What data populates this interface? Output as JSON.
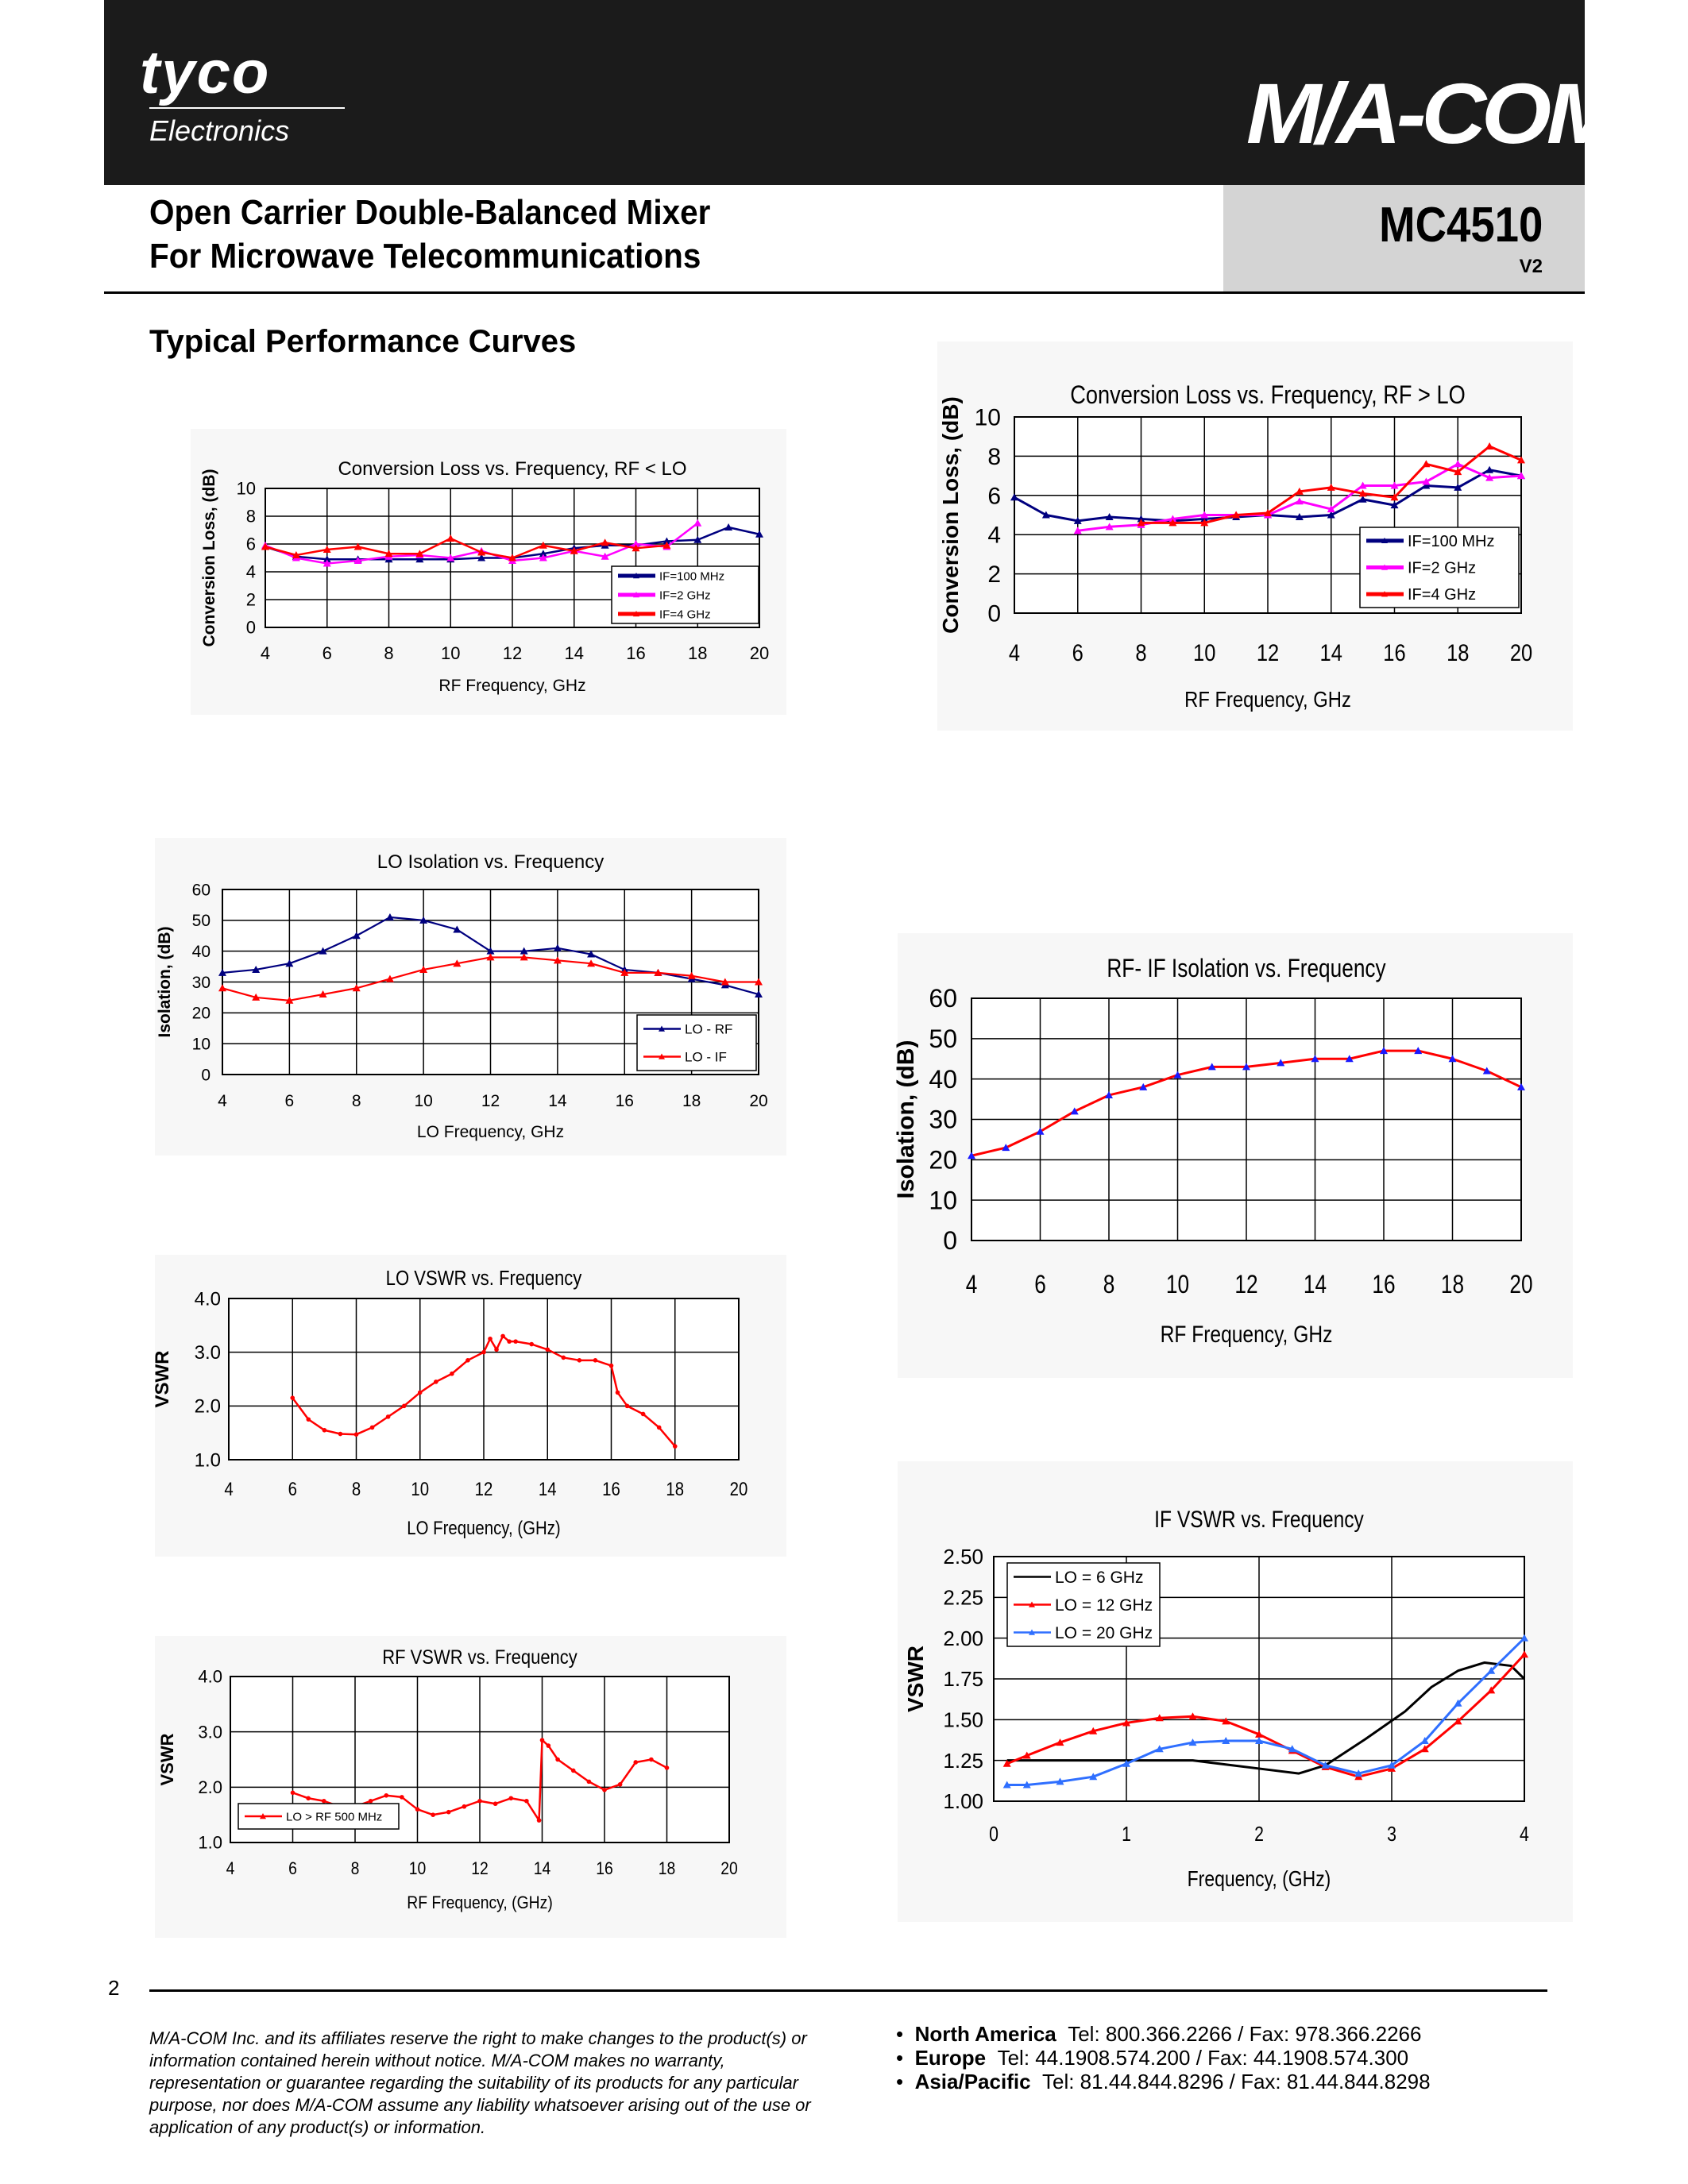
{
  "header": {
    "brand_left": "tyco",
    "brand_left_sub": "Electronics",
    "brand_right": "M/A-COM"
  },
  "title": {
    "line1": "Open Carrier Double-Balanced Mixer",
    "line2": "For Microwave Telecommunications",
    "part_number": "MC4510",
    "revision": "V2"
  },
  "section_title": "Typical Performance Curves",
  "charts": {
    "cl_rf_lt_lo": {
      "chart_data": {
        "type": "line",
        "title": "Conversion Loss vs. Frequency, RF < LO",
        "xlabel": "RF Frequency, GHz",
        "ylabel": "Conversion Loss, (dB)",
        "xlim": [
          4,
          20
        ],
        "ylim": [
          0,
          10
        ],
        "xticks": [
          4,
          6,
          8,
          10,
          12,
          14,
          16,
          18,
          20
        ],
        "yticks": [
          0,
          2,
          4,
          6,
          8,
          10
        ],
        "grid": true,
        "legend_position": "bottom-right",
        "series": [
          {
            "name": "IF=100 MHz",
            "color": "#00007f",
            "x": [
              4,
              5,
              6,
              7,
              8,
              9,
              10,
              11,
              12,
              13,
              14,
              15,
              16,
              17,
              18,
              19,
              20
            ],
            "y": [
              5.8,
              5.1,
              4.9,
              4.9,
              4.9,
              4.9,
              4.9,
              5.0,
              5.0,
              5.3,
              5.7,
              5.9,
              5.9,
              6.2,
              6.3,
              7.2,
              6.7
            ]
          },
          {
            "name": "IF=2 GHz",
            "color": "#ff00ff",
            "x": [
              4,
              5,
              6,
              7,
              8,
              9,
              10,
              11,
              12,
              13,
              14,
              15,
              16,
              17,
              18
            ],
            "y": [
              5.9,
              5.0,
              4.6,
              4.8,
              5.1,
              5.2,
              5.0,
              5.5,
              4.8,
              5.0,
              5.5,
              5.1,
              6.0,
              5.8,
              7.5
            ]
          },
          {
            "name": "IF=4 GHz",
            "color": "#ff0000",
            "x": [
              4,
              5,
              6,
              7,
              8,
              9,
              10,
              11,
              12,
              13,
              14,
              15,
              16,
              17
            ],
            "y": [
              5.8,
              5.2,
              5.6,
              5.8,
              5.3,
              5.3,
              6.4,
              5.4,
              5.0,
              5.9,
              5.5,
              6.1,
              5.7,
              5.9
            ]
          }
        ]
      }
    },
    "cl_rf_gt_lo": {
      "chart_data": {
        "type": "line",
        "title": "Conversion Loss vs. Frequency, RF > LO",
        "xlabel": "RF Frequency, GHz",
        "ylabel": "Conversion Loss, (dB)",
        "xlim": [
          4,
          20
        ],
        "ylim": [
          0,
          10
        ],
        "xticks": [
          4,
          6,
          8,
          10,
          12,
          14,
          16,
          18,
          20
        ],
        "yticks": [
          0,
          2,
          4,
          6,
          8,
          10
        ],
        "grid": true,
        "legend_position": "bottom-right",
        "series": [
          {
            "name": "IF=100 MHz",
            "color": "#00007f",
            "x": [
              4,
              5,
              6,
              7,
              8,
              9,
              10,
              11,
              12,
              13,
              14,
              15,
              16,
              17,
              18,
              19,
              20
            ],
            "y": [
              5.9,
              5.0,
              4.7,
              4.9,
              4.8,
              4.7,
              4.8,
              4.9,
              5.0,
              4.9,
              5.0,
              5.8,
              5.5,
              6.5,
              6.4,
              7.3,
              7.0
            ]
          },
          {
            "name": "IF=2 GHz",
            "color": "#ff00ff",
            "x": [
              6,
              7,
              8,
              9,
              10,
              11,
              12,
              13,
              14,
              15,
              16,
              17,
              18,
              19,
              20
            ],
            "y": [
              4.2,
              4.4,
              4.5,
              4.8,
              5.0,
              5.0,
              5.0,
              5.7,
              5.3,
              6.5,
              6.5,
              6.7,
              7.6,
              6.9,
              7.0
            ]
          },
          {
            "name": "IF=4 GHz",
            "color": "#ff0000",
            "x": [
              8,
              9,
              10,
              11,
              12,
              13,
              14,
              15,
              16,
              17,
              18,
              19,
              20
            ],
            "y": [
              4.6,
              4.6,
              4.6,
              5.0,
              5.1,
              6.2,
              6.4,
              6.1,
              5.9,
              7.6,
              7.2,
              8.5,
              7.8
            ]
          }
        ]
      }
    },
    "lo_isolation": {
      "chart_data": {
        "type": "line",
        "title": "LO Isolation vs. Frequency",
        "xlabel": "LO Frequency, GHz",
        "ylabel": "Isolation, (dB)",
        "xlim": [
          4,
          20
        ],
        "ylim": [
          0,
          60
        ],
        "xticks": [
          4,
          6,
          8,
          10,
          12,
          14,
          16,
          18,
          20
        ],
        "yticks": [
          0,
          10,
          20,
          30,
          40,
          50,
          60
        ],
        "grid": true,
        "legend_position": "bottom-right",
        "series": [
          {
            "name": "LO - RF",
            "color": "#00007f",
            "x": [
              4,
              5,
              6,
              7,
              8,
              9,
              10,
              11,
              12,
              13,
              14,
              15,
              16,
              17,
              18,
              19,
              20
            ],
            "y": [
              33,
              34,
              36,
              40,
              45,
              51,
              50,
              47,
              40,
              40,
              41,
              39,
              34,
              33,
              31,
              29,
              26
            ]
          },
          {
            "name": "LO - IF",
            "color": "#ff0000",
            "x": [
              4,
              5,
              6,
              7,
              8,
              9,
              10,
              11,
              12,
              13,
              14,
              15,
              16,
              17,
              18,
              19,
              20
            ],
            "y": [
              28,
              25,
              24,
              26,
              28,
              31,
              34,
              36,
              38,
              38,
              37,
              36,
              33,
              33,
              32,
              30,
              30
            ]
          }
        ]
      }
    },
    "rf_if_isolation": {
      "chart_data": {
        "type": "line",
        "title": "RF- IF Isolation vs. Frequency",
        "xlabel": "RF Frequency, GHz",
        "ylabel": "Isolation, (dB)",
        "xlim": [
          4,
          20
        ],
        "ylim": [
          0,
          60
        ],
        "xticks": [
          4,
          6,
          8,
          10,
          12,
          14,
          16,
          18,
          20
        ],
        "yticks": [
          0,
          10,
          20,
          30,
          40,
          50,
          60
        ],
        "grid": true,
        "series": [
          {
            "name": "",
            "color": "#ff0000",
            "marker_color": "#1a1aff",
            "x": [
              4,
              5,
              6,
              7,
              8,
              9,
              10,
              11,
              12,
              13,
              14,
              15,
              16,
              17,
              18,
              19,
              20
            ],
            "y": [
              21,
              23,
              27,
              32,
              36,
              38,
              41,
              43,
              43,
              44,
              45,
              45,
              47,
              47,
              45,
              42,
              38
            ]
          }
        ]
      }
    },
    "lo_vswr": {
      "chart_data": {
        "type": "line",
        "title": "LO VSWR vs. Frequency",
        "xlabel": "LO Frequency, (GHz)",
        "ylabel": "VSWR",
        "xlim": [
          4,
          20
        ],
        "ylim": [
          1.0,
          4.0
        ],
        "xticks": [
          4,
          6,
          8,
          10,
          12,
          14,
          16,
          18,
          20
        ],
        "yticks": [
          "1.0",
          "2.0",
          "3.0",
          "4.0"
        ],
        "grid": true,
        "series": [
          {
            "name": "",
            "color": "#ff0000",
            "x": [
              6,
              6.5,
              7,
              7.5,
              8,
              8.5,
              9,
              9.5,
              10,
              10.5,
              11,
              11.5,
              12,
              12.2,
              12.4,
              12.6,
              12.8,
              13,
              13.5,
              14,
              14.5,
              15,
              15.5,
              16,
              16.2,
              16.5,
              17,
              17.5,
              18
            ],
            "y": [
              2.15,
              1.75,
              1.55,
              1.48,
              1.47,
              1.6,
              1.8,
              2.0,
              2.25,
              2.45,
              2.6,
              2.85,
              3.0,
              3.25,
              3.05,
              3.3,
              3.2,
              3.2,
              3.15,
              3.05,
              2.9,
              2.85,
              2.85,
              2.75,
              2.25,
              2.0,
              1.85,
              1.6,
              1.25
            ]
          }
        ]
      }
    },
    "rf_vswr": {
      "chart_data": {
        "type": "line",
        "title": "RF VSWR vs. Frequency",
        "xlabel": "RF Frequency, (GHz)",
        "ylabel": "VSWR",
        "xlim": [
          4,
          20
        ],
        "ylim": [
          1.0,
          4.0
        ],
        "xticks": [
          4,
          6,
          8,
          10,
          12,
          14,
          16,
          18,
          20
        ],
        "yticks": [
          "1.0",
          "2.0",
          "3.0",
          "4.0"
        ],
        "grid": true,
        "legend_position": "bottom-left",
        "series": [
          {
            "name": "LO > RF 500 MHz",
            "color": "#ff0000",
            "x": [
              6,
              6.5,
              7,
              7.5,
              8,
              8.5,
              9,
              9.5,
              10,
              10.5,
              11,
              11.5,
              12,
              12.5,
              13,
              13.5,
              13.9,
              14,
              14.2,
              14.5,
              15,
              15.5,
              16,
              16.5,
              17,
              17.5,
              18
            ],
            "y": [
              1.9,
              1.8,
              1.75,
              1.65,
              1.65,
              1.75,
              1.85,
              1.82,
              1.6,
              1.5,
              1.55,
              1.65,
              1.75,
              1.7,
              1.8,
              1.75,
              1.4,
              2.85,
              2.75,
              2.5,
              2.3,
              2.1,
              1.95,
              2.05,
              2.45,
              2.5,
              2.35
            ]
          }
        ]
      }
    },
    "if_vswr": {
      "chart_data": {
        "type": "line",
        "title": "IF VSWR vs. Frequency",
        "xlabel": "Frequency, (GHz)",
        "ylabel": "VSWR",
        "xlim": [
          0,
          4
        ],
        "ylim": [
          1.0,
          2.5
        ],
        "xticks": [
          0,
          1,
          2,
          3,
          4
        ],
        "yticks": [
          "1.00",
          "1.25",
          "1.50",
          "1.75",
          "2.00",
          "2.25",
          "2.50"
        ],
        "grid": true,
        "legend_position": "top-left",
        "series": [
          {
            "name": "LO = 6 GHz",
            "color": "#000000",
            "x": [
              0.1,
              0.5,
              1.0,
              1.5,
              2.0,
              2.3,
              2.5,
              2.8,
              3.1,
              3.3,
              3.5,
              3.7,
              3.9,
              4.0
            ],
            "y": [
              1.25,
              1.25,
              1.25,
              1.25,
              1.2,
              1.17,
              1.22,
              1.38,
              1.55,
              1.7,
              1.8,
              1.85,
              1.83,
              1.75
            ]
          },
          {
            "name": "LO = 12 GHz",
            "color": "#ff0000",
            "x": [
              0.1,
              0.25,
              0.5,
              0.75,
              1.0,
              1.25,
              1.5,
              1.75,
              2.0,
              2.25,
              2.5,
              2.75,
              3.0,
              3.25,
              3.5,
              3.75,
              4.0
            ],
            "y": [
              1.23,
              1.28,
              1.36,
              1.43,
              1.48,
              1.51,
              1.52,
              1.49,
              1.41,
              1.31,
              1.21,
              1.15,
              1.2,
              1.32,
              1.49,
              1.68,
              1.9
            ]
          },
          {
            "name": "LO = 20 GHz",
            "color": "#2f6fff",
            "x": [
              0.1,
              0.25,
              0.5,
              0.75,
              1.0,
              1.25,
              1.5,
              1.75,
              2.0,
              2.25,
              2.5,
              2.75,
              3.0,
              3.25,
              3.5,
              3.75,
              4.0
            ],
            "y": [
              1.1,
              1.1,
              1.12,
              1.15,
              1.23,
              1.32,
              1.36,
              1.37,
              1.37,
              1.32,
              1.22,
              1.17,
              1.22,
              1.37,
              1.6,
              1.8,
              2.0
            ]
          }
        ]
      }
    }
  },
  "footer": {
    "page_number": "2",
    "disclaimer": "M/A-COM Inc. and its affiliates reserve the right to make changes to the product(s) or information contained herein without notice. M/A-COM makes no warranty, representation or guarantee regarding the suitability of its products for any particular purpose, nor does M/A-COM assume any liability whatsoever arising out of the use or application of any product(s) or information.",
    "contacts": [
      {
        "region": "North America",
        "details": "Tel: 800.366.2266 / Fax: 978.366.2266"
      },
      {
        "region": "Europe",
        "details": "Tel: 44.1908.574.200 / Fax: 44.1908.574.300"
      },
      {
        "region": "Asia/Pacific",
        "details": "Tel: 81.44.844.8296 / Fax: 81.44.844.8298"
      }
    ]
  }
}
